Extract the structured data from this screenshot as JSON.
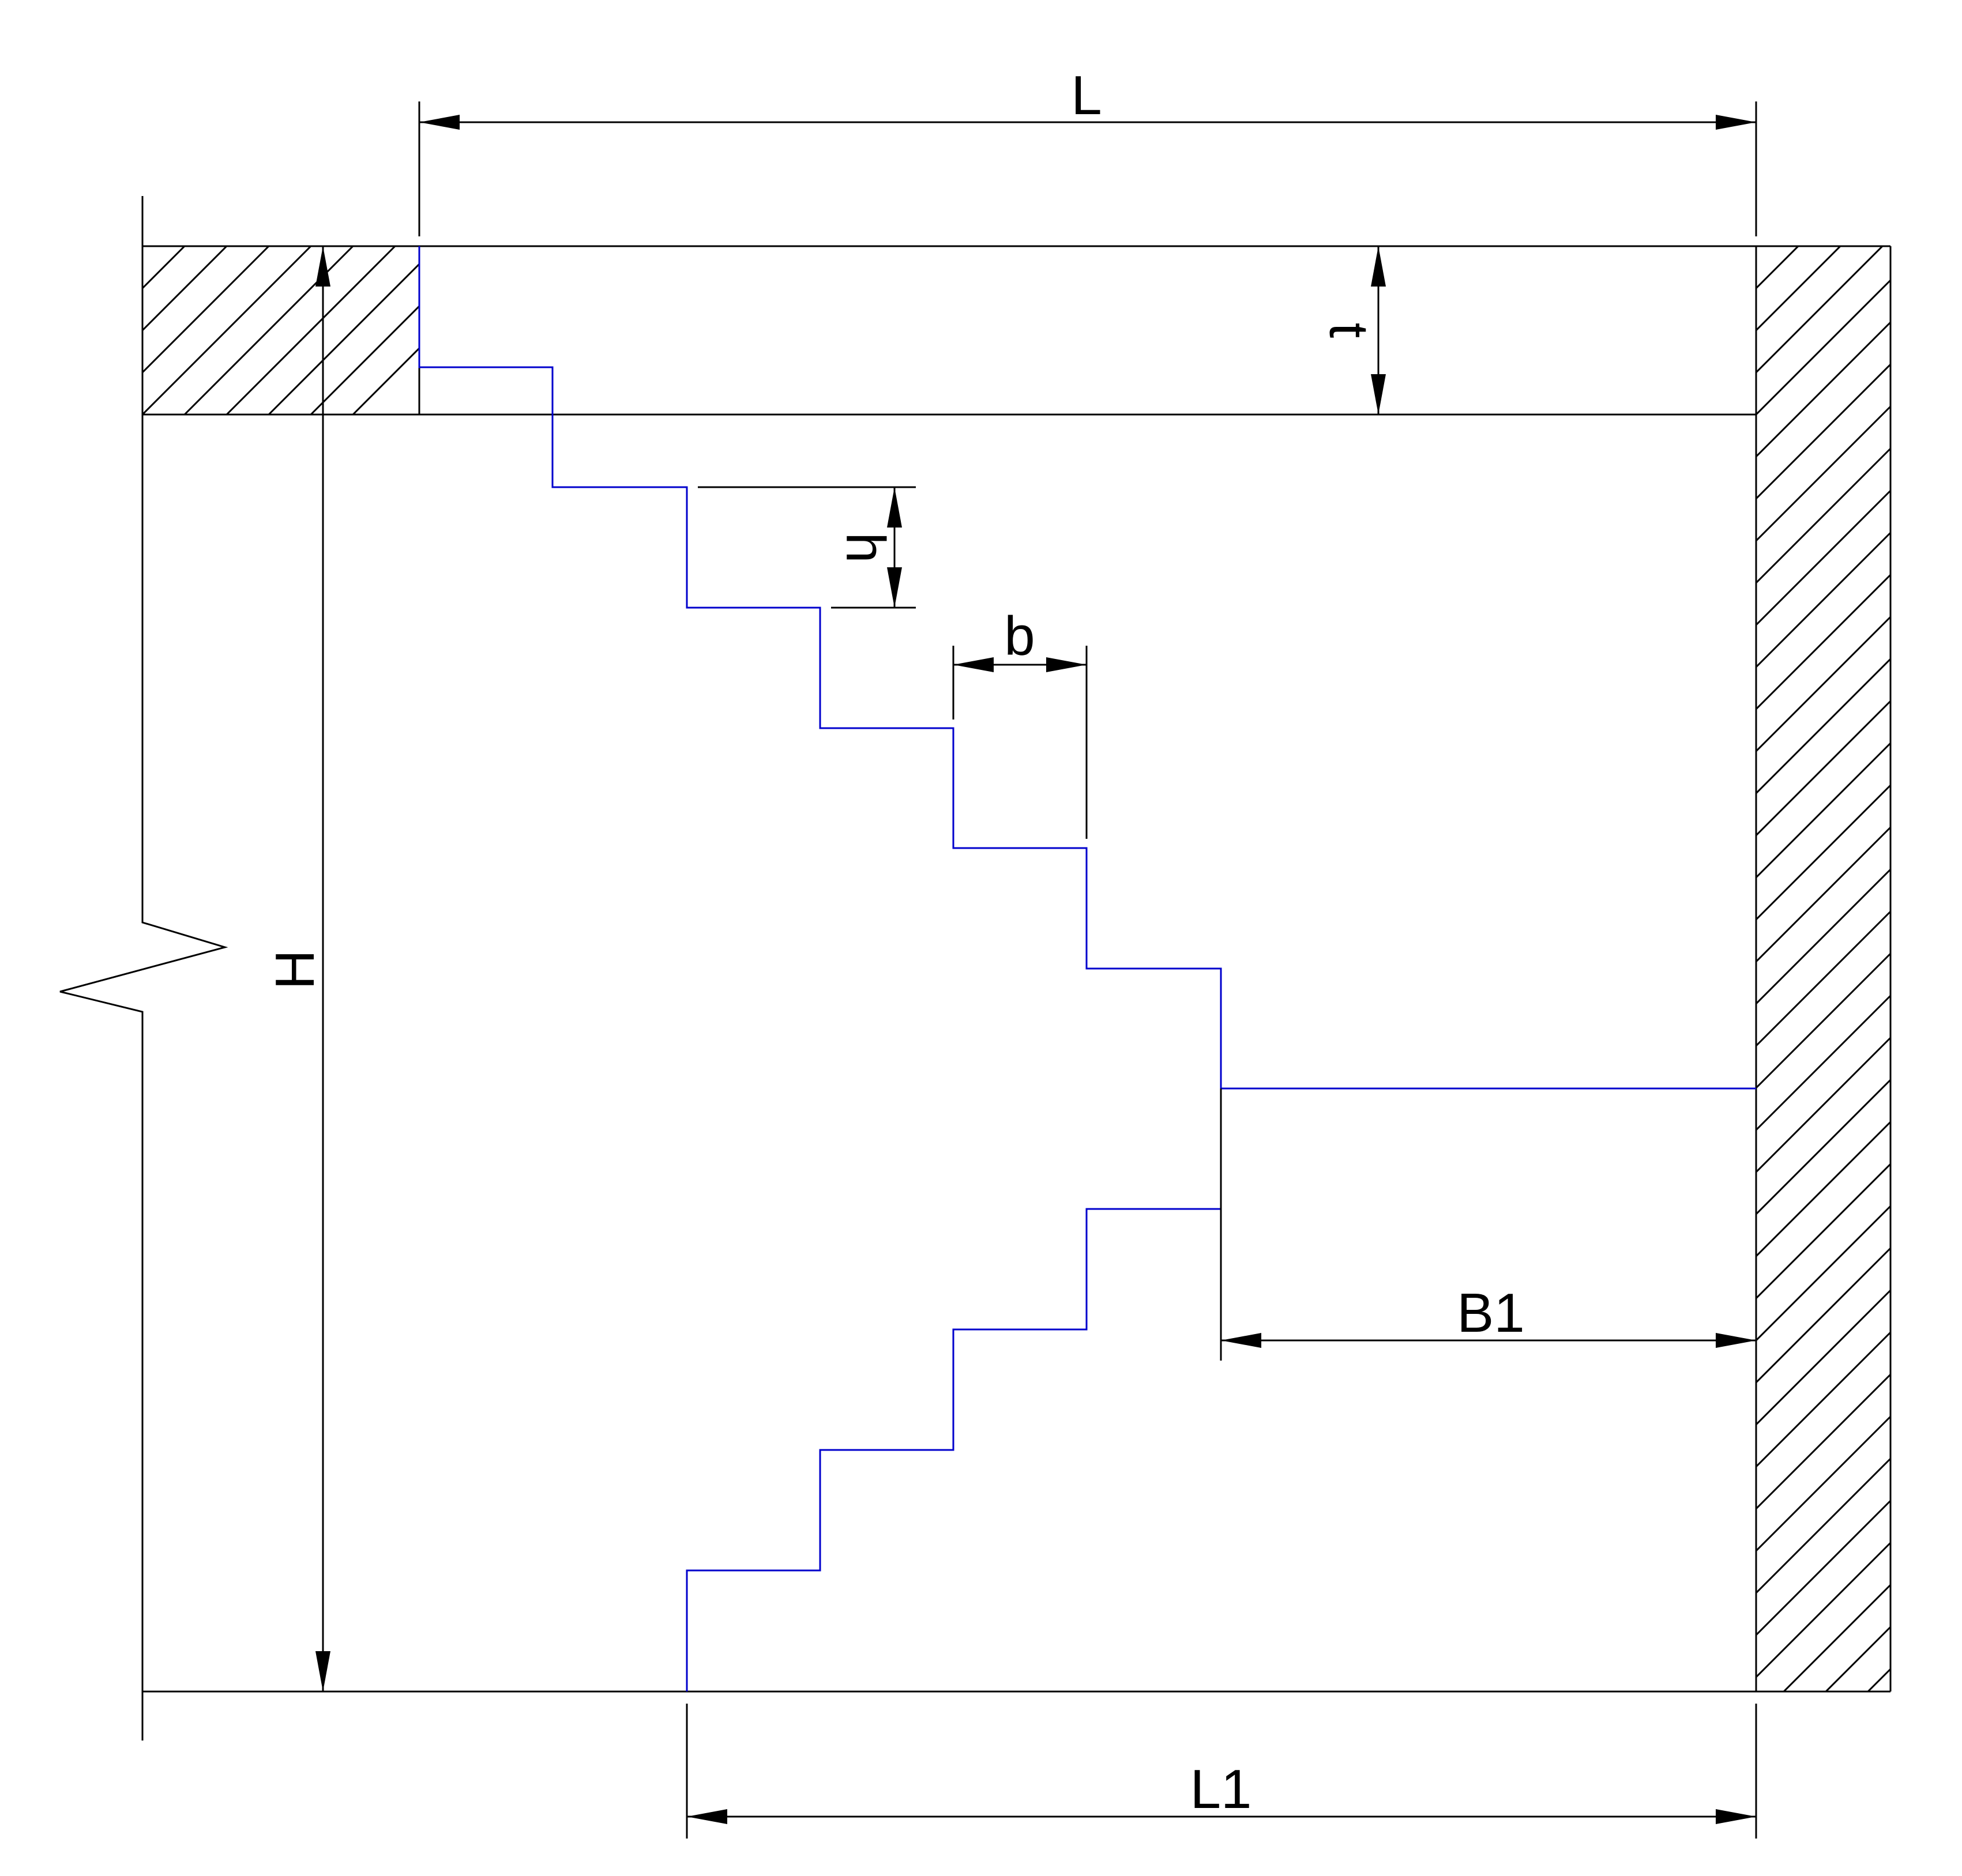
{
  "labels": {
    "L": "L",
    "t": "t",
    "h": "h",
    "b": "b",
    "H": "H",
    "B1": "B1",
    "L1": "L1"
  },
  "colors": {
    "line": "#000000",
    "stair": "#0000cc",
    "background": "#ffffff"
  }
}
